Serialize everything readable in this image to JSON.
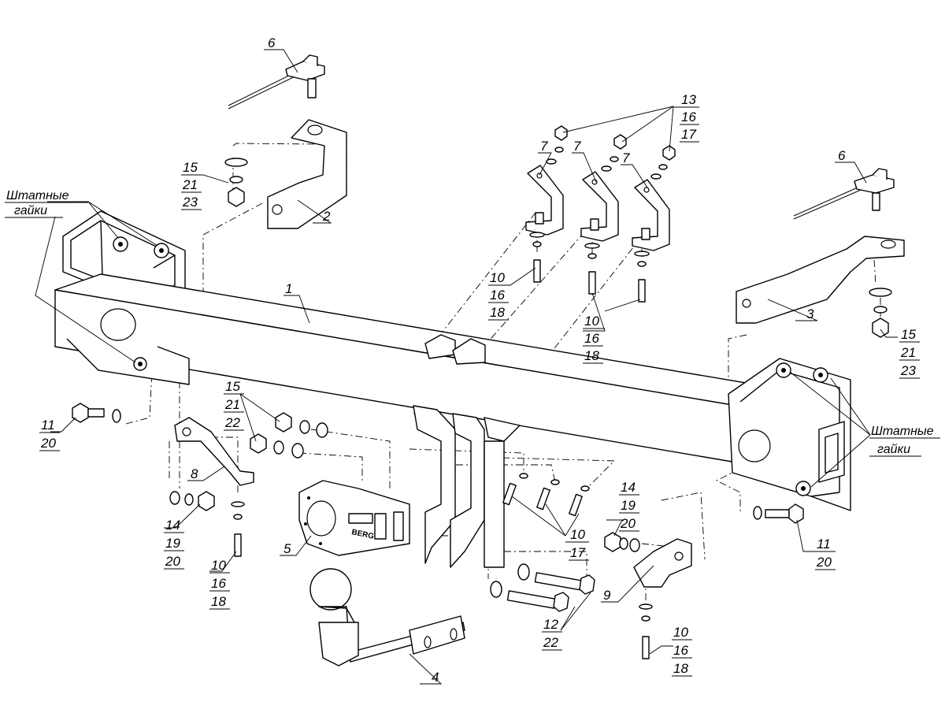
{
  "diagram": {
    "brand_text": "BERG",
    "stock_nuts_label": [
      "Штатные",
      "гайки"
    ],
    "part_numbers": {
      "main_beam": "1",
      "bracket_left": "2",
      "bracket_right": "3",
      "tow_ball": "4",
      "socket_plate": "5",
      "wire_left": "6",
      "wire_right": "6",
      "brace_a": "7",
      "brace_b": "7",
      "brace_c": "7",
      "bracket_lower_left": "8",
      "bracket_lower_right": "9"
    },
    "callout_groups": {
      "left_top_nut": [
        "15",
        "21",
        "23"
      ],
      "right_top_nut": [
        "15",
        "21",
        "23"
      ],
      "center_top_nuts": [
        "13",
        "16",
        "17"
      ],
      "center_bolt_left": [
        "10",
        "16",
        "18"
      ],
      "center_bolt_right": [
        "10",
        "16",
        "18"
      ],
      "left_side_bolt": [
        "11",
        "20"
      ],
      "right_side_bolt": [
        "11",
        "20"
      ],
      "left_socket_nuts": [
        "15",
        "21",
        "22"
      ],
      "left_lower_nut": [
        "14",
        "19",
        "20"
      ],
      "left_lower_bolt": [
        "10",
        "16",
        "18"
      ],
      "center_small_bolts": [
        "10",
        "17"
      ],
      "center_long_bolts": [
        "12",
        "22"
      ],
      "right_lower_nut": [
        "14",
        "19",
        "20"
      ],
      "right_lower_bolt": [
        "10",
        "16",
        "18"
      ]
    }
  }
}
